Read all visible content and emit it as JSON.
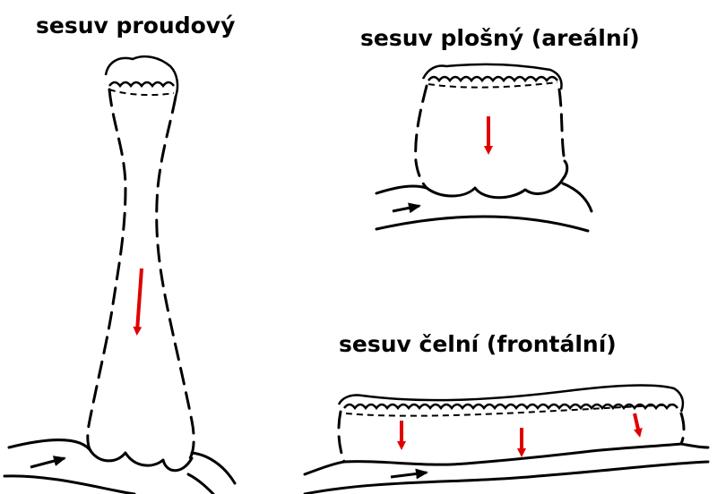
{
  "labels": {
    "stream": "sesuv proudový",
    "area": "sesuv plošný (areální)",
    "frontal": "sesuv čelní (frontální)"
  },
  "colors": {
    "ink": "#000000",
    "arrow": "#e00000",
    "background": "#ffffff"
  }
}
